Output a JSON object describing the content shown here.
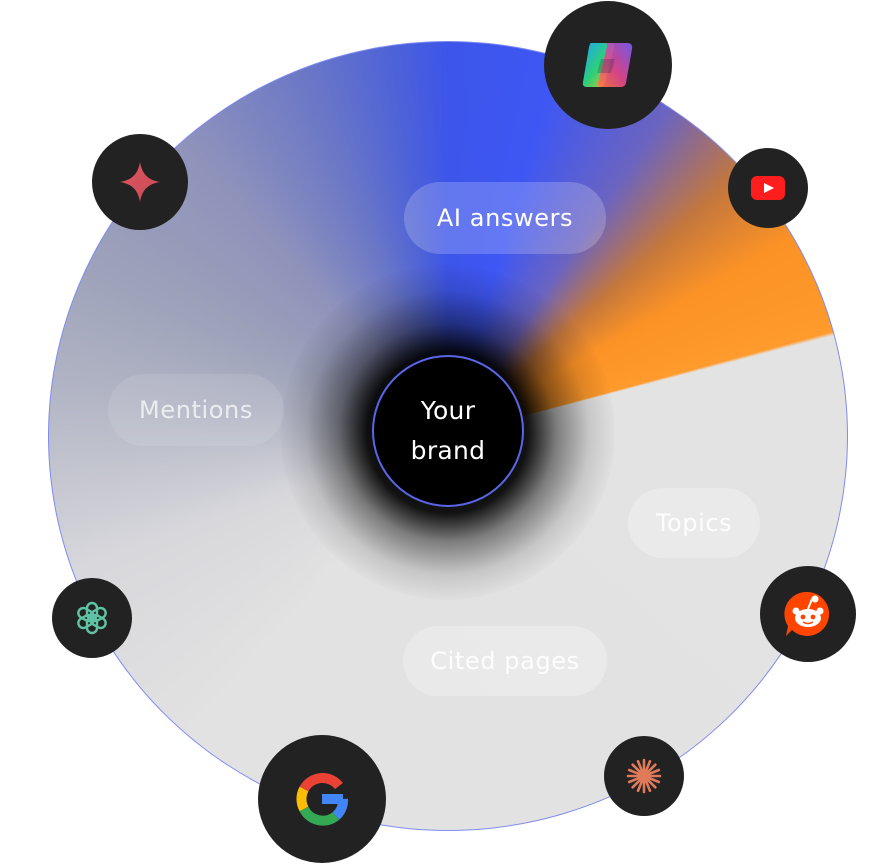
{
  "center": {
    "line1": "Your",
    "line2": "brand"
  },
  "segments": {
    "ai_answers": "AI answers",
    "mentions": "Mentions",
    "topics": "Topics",
    "cited_pages": "Cited pages"
  },
  "icons": [
    "copilot-icon",
    "youtube-icon",
    "gemini-icon",
    "chatgpt-icon",
    "google-icon",
    "reddit-icon",
    "claude-icon"
  ],
  "colors": {
    "blue": "#3e57f4",
    "orange": "#fb9226",
    "gray": "#e2e2e2",
    "badge": "#222222",
    "ring": "#7f8cf0"
  }
}
